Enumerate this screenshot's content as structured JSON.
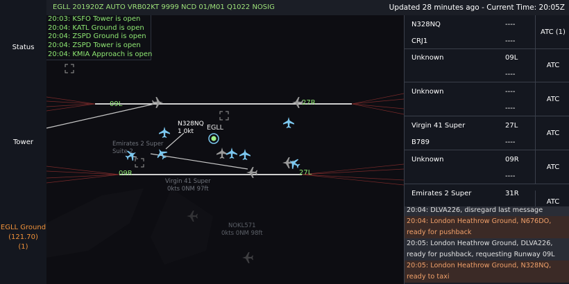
{
  "metar": "EGLL 201920Z AUTO VRB02KT 9999 NCD 01/M01 Q1022 NOSIG",
  "updated": "Updated 28 minutes ago - Current Time: 20:05Z",
  "left": {
    "status": "Status",
    "tower": "Tower",
    "ground_name": "EGLL Ground",
    "ground_freq": "(121.70)",
    "ground_count": "(1)"
  },
  "log": [
    "20:03: KSFO Tower is open",
    "20:04: KATL Ground is open",
    "20:04: ZSPD Ground is open",
    "20:04: ZSPD Tower is open",
    "20:04: KMIA Approach is open"
  ],
  "runways": {
    "r09l": "09L",
    "r27r": "27R",
    "r09r": "09R",
    "r27l": "27L"
  },
  "airport_label": "EGLL",
  "aircraft_labels": {
    "n328nq_name": "N328NQ",
    "n328nq_speed": "1 0kt",
    "emirates_line1": "Emirates 2 Super",
    "emirates_line2": "Suite 2",
    "virgin_line1": "Virgin 41 Super",
    "virgin_line2": "0kts 0NM 97ft",
    "nokl_line1": "NOKL571",
    "nokl_line2": "0kts 0NM 98ft"
  },
  "strips": [
    {
      "callsign": "N328NQ",
      "runway": "----",
      "type": "CRJ1",
      "extra": "----",
      "atc": "ATC (1)"
    },
    {
      "callsign": "Unknown",
      "runway": "09L",
      "type": "",
      "extra": "----",
      "atc": "ATC"
    },
    {
      "callsign": "Unknown",
      "runway": "----",
      "type": "",
      "extra": "----",
      "atc": "ATC"
    },
    {
      "callsign": "Virgin 41 Super",
      "runway": "27L",
      "type": "B789",
      "extra": "----",
      "atc": "ATC"
    },
    {
      "callsign": "Unknown",
      "runway": "09R",
      "type": "",
      "extra": "----",
      "atc": "ATC"
    },
    {
      "callsign": "Emirates 2 Super",
      "runway": "31R",
      "type": "",
      "extra": "",
      "atc": "ATC"
    }
  ],
  "messages": [
    {
      "kind": "reply",
      "text": "20:04: DLVA226, disregard last message"
    },
    {
      "kind": "ground",
      "text": "20:04: London Heathrow Ground, N676DO,"
    },
    {
      "kind": "ground",
      "text": "ready for pushback"
    },
    {
      "kind": "reply",
      "text": "20:05: London Heathrow Ground, DLVA226,"
    },
    {
      "kind": "reply",
      "text": "ready for pushback, requesting Runway 09L"
    },
    {
      "kind": "ground",
      "text": "20:05: London Heathrow Ground, N328NQ,"
    },
    {
      "kind": "ground",
      "text": "ready to taxi"
    }
  ],
  "colors": {
    "log_green": "#8fe873",
    "ground_orange": "#f0923a",
    "plane_blue": "#7cc8f0"
  }
}
